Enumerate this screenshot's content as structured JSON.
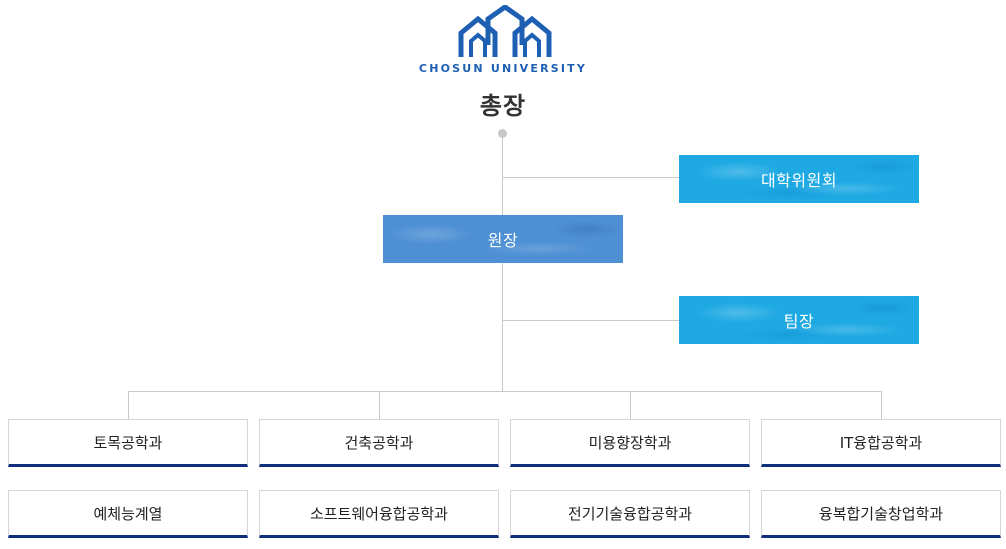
{
  "header": {
    "university_name": "CHOSUN UNIVERSITY",
    "top_title": "총장",
    "logo_icon": "chosun-university-logo"
  },
  "org": {
    "committee": "대학위원회",
    "director": "원장",
    "team_leader": "팀장"
  },
  "departments": [
    [
      "토목공학과",
      "건축공학과",
      "미용향장학과",
      "IT융합공학과"
    ],
    [
      "예체능계열",
      "소프트웨어융합공학과",
      "전기기술융합공학과",
      "융복합기술창업학과"
    ]
  ],
  "colors": {
    "brand_blue": "#1c5fb3",
    "committee_box": "#1ea9e3",
    "director_box": "#4e90d4",
    "dept_underline": "#0f2f7c",
    "connector": "#c9c9c9"
  }
}
